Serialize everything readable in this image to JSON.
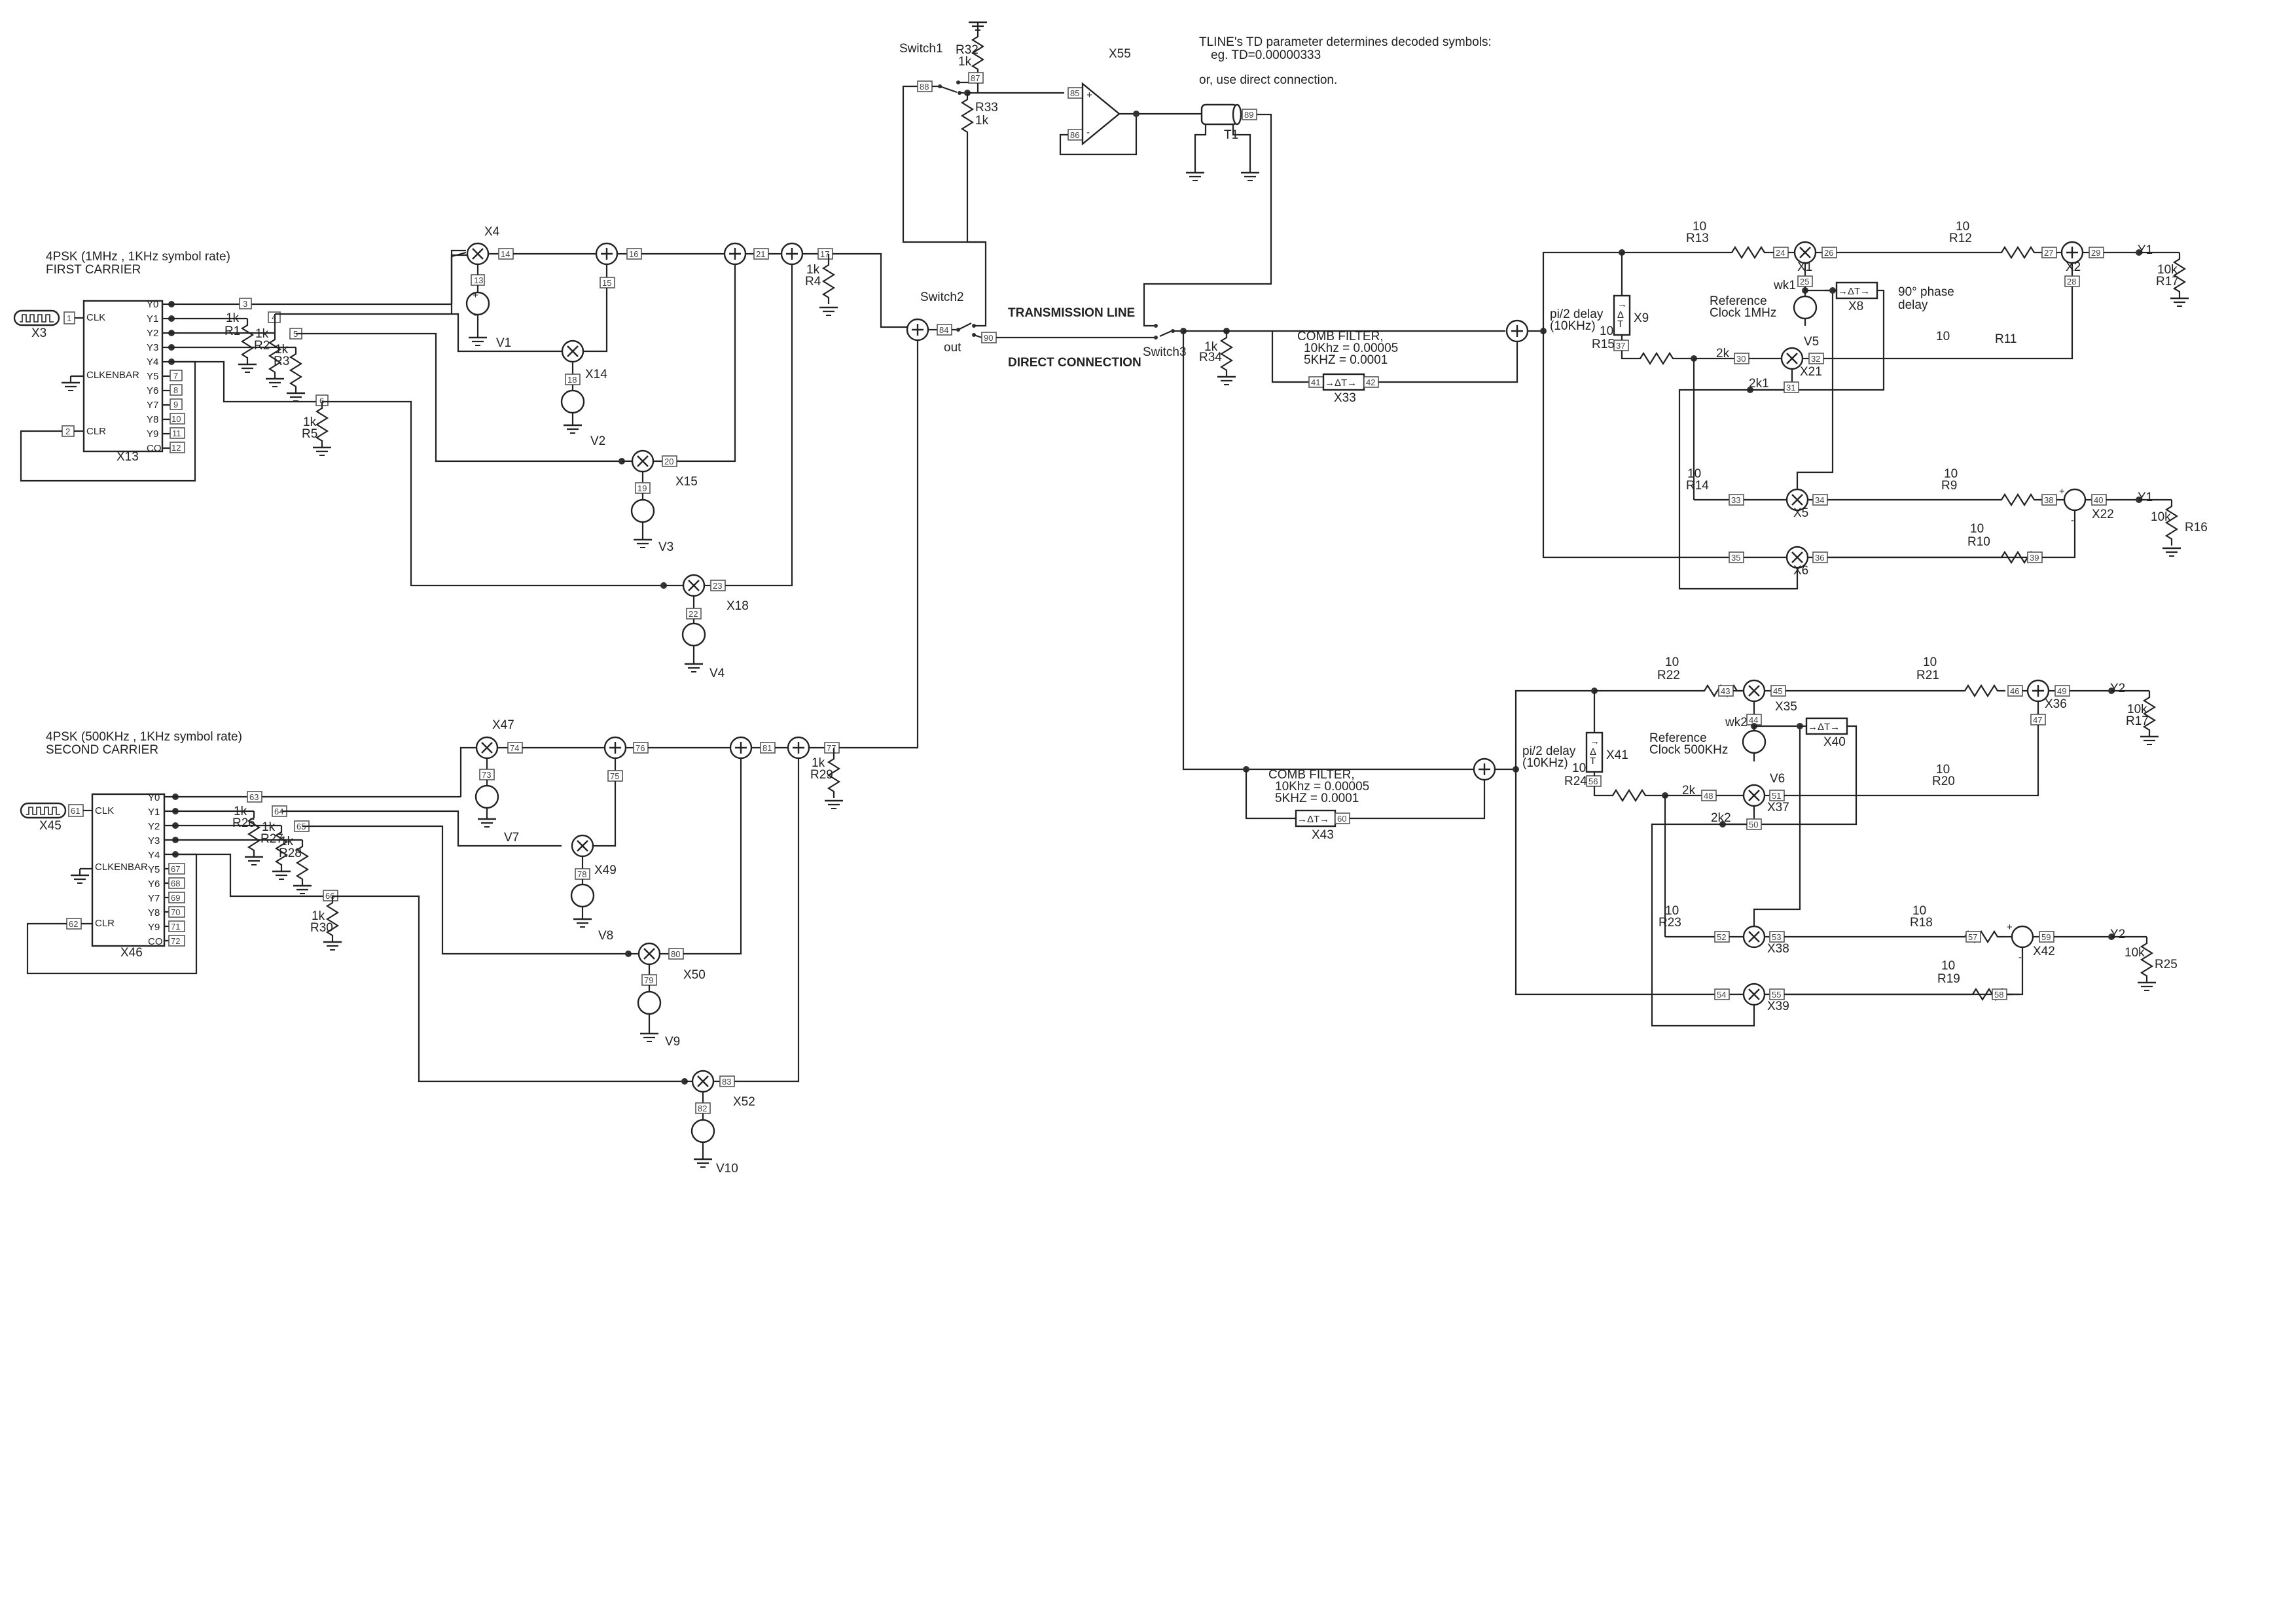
{
  "annotations": {
    "carrier1_line1": "4PSK (1MHz , 1KHz symbol rate)",
    "carrier1_line2": "FIRST CARRIER",
    "carrier2_line1": "4PSK (500KHz , 1KHz symbol rate)",
    "carrier2_line2": "SECOND CARRIER",
    "tline_note1": "TLINE's TD parameter determines decoded symbols:",
    "tline_note2": "eg. TD=0.00000333",
    "tline_note3": "or, use direct connection.",
    "transmission_line": "TRANSMISSION LINE",
    "direct_connection": "DIRECT CONNECTION",
    "comb_filter_title": "COMB FILTER,",
    "comb_filter_10k": "10Khz = 0.00005",
    "comb_filter_5k": "5KHZ   = 0.0001",
    "pi2_delay_1": "pi/2 delay",
    "pi2_delay_2": "(10KHz)",
    "ref_clock_1mhz_1": "Reference",
    "ref_clock_1mhz_2": "Clock 1MHz",
    "ref_clock_500k_1": "Reference",
    "ref_clock_500k_2": "Clock 500KHz",
    "phase_90_1": "90° phase",
    "phase_90_2": "delay",
    "out_label": "out",
    "wk1": "wk1",
    "wk2": "wk2",
    "two_k": "2k",
    "two_k1": "2k1",
    "two_k2": "2k2"
  },
  "counter": {
    "pins": [
      "CLK",
      "CLKENBAR",
      "CLR"
    ],
    "outputs": [
      "Y0",
      "Y1",
      "Y2",
      "Y3",
      "Y4",
      "Y5",
      "Y6",
      "Y7",
      "Y8",
      "Y9",
      "CO"
    ]
  },
  "components": {
    "X3": "X3",
    "X13": "X13",
    "X4": "X4",
    "X14": "X14",
    "X15": "X15",
    "X18": "X18",
    "V1": "V1",
    "V2": "V2",
    "V3": "V3",
    "V4": "V4",
    "R1": "R1",
    "R2": "R2",
    "R3": "R3",
    "R4": "R4",
    "R5": "R5",
    "X45": "X45",
    "X46": "X46",
    "X47": "X47",
    "X49": "X49",
    "X50": "X50",
    "X52": "X52",
    "V7": "V7",
    "V8": "V8",
    "V9": "V9",
    "V10": "V10",
    "R26": "R26",
    "R27": "R27",
    "R28": "R28",
    "R29": "R29",
    "R30": "R30",
    "Switch1": "Switch1",
    "Switch2": "Switch2",
    "Switch3": "Switch3",
    "R32": "R32",
    "R33": "R33",
    "R34": "R34",
    "X55": "X55",
    "T1": "T1",
    "X33": "X33",
    "X43": "X43",
    "X9": "X9",
    "R15": "R15",
    "R13": "R13",
    "R14": "R14",
    "X1": "X1",
    "V5": "V5",
    "X8": "X8",
    "X21": "X21",
    "R12": "R12",
    "R11": "R11",
    "X2": "X2",
    "Y1_out": "Y1",
    "R17": "R17",
    "X5": "X5",
    "X6": "X6",
    "R9": "R9",
    "R10": "R10",
    "X22": "X22",
    "R16": "R16",
    "X41": "X41",
    "R24": "R24",
    "R22": "R22",
    "R23": "R23",
    "X35": "X35",
    "V6": "V6",
    "X40": "X40",
    "X37": "X37",
    "R21": "R21",
    "R20": "R20",
    "X36": "X36",
    "Y2_out": "Y2",
    "R18": "R18",
    "R19": "R19",
    "X38": "X38",
    "X39": "X39",
    "X42": "X42",
    "R25": "R25"
  },
  "values": {
    "one_k": "1k",
    "ten": "10",
    "ten_k": "10k"
  },
  "nodes": {
    "n1": "1",
    "n2": "2",
    "n3": "3",
    "n4": "4",
    "n5": "5",
    "n6": "6",
    "n7": "7",
    "n8": "8",
    "n9": "9",
    "n10": "10",
    "n11": "11",
    "n12": "12",
    "n13": "13",
    "n14": "14",
    "n15": "15",
    "n16": "16",
    "n17": "17",
    "n18": "18",
    "n19": "19",
    "n20": "20",
    "n21": "21",
    "n22": "22",
    "n23": "23",
    "n24": "24",
    "n25": "25",
    "n26": "26",
    "n27": "27",
    "n28": "28",
    "n29": "29",
    "n30": "30",
    "n31": "31",
    "n32": "32",
    "n33": "33",
    "n34": "34",
    "n35": "35",
    "n36": "36",
    "n37": "37",
    "n38": "38",
    "n39": "39",
    "n40": "40",
    "n41": "41",
    "n42": "42",
    "n43": "43",
    "n44": "44",
    "n45": "45",
    "n46": "46",
    "n47": "47",
    "n48": "48",
    "n49": "49",
    "n50": "50",
    "n51": "51",
    "n52": "52",
    "n53": "53",
    "n54": "54",
    "n55": "55",
    "n56": "56",
    "n57": "57",
    "n58": "58",
    "n59": "59",
    "n60": "60",
    "n61": "61",
    "n62": "62",
    "n63": "63",
    "n64": "64",
    "n65": "65",
    "n66": "66",
    "n67": "67",
    "n68": "68",
    "n69": "69",
    "n70": "70",
    "n71": "71",
    "n72": "72",
    "n73": "73",
    "n74": "74",
    "n75": "75",
    "n76": "76",
    "n77": "77",
    "n78": "78",
    "n79": "79",
    "n80": "80",
    "n81": "81",
    "n82": "82",
    "n83": "83",
    "n84": "84",
    "n85": "85",
    "n86": "86",
    "n87": "87",
    "n88": "88",
    "n89": "89",
    "n90": "90"
  },
  "symbols": {
    "delay_block": "→ΔT→",
    "plus": "+",
    "minus": "-",
    "times": "×"
  }
}
